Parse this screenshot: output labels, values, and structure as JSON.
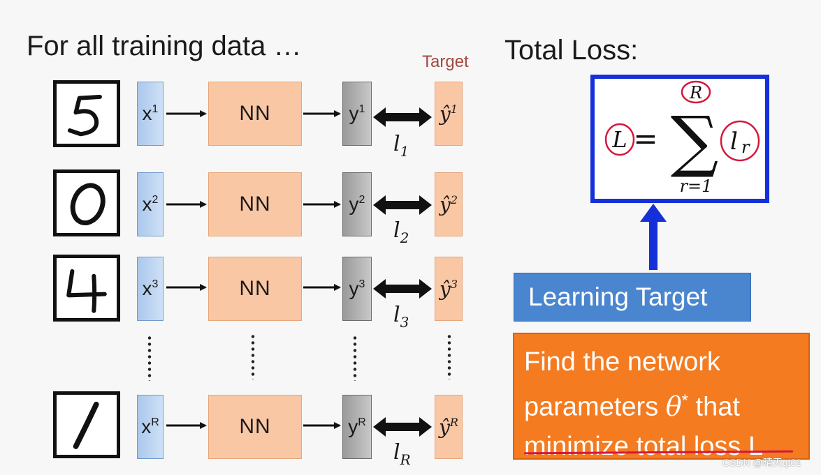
{
  "title": "For all training data …",
  "target_label": "Target",
  "total_loss_title": "Total Loss:",
  "nn_label": "NN",
  "rows": [
    {
      "digit": "5",
      "x_sup": "1",
      "y_sup": "1",
      "loss_sub": "1"
    },
    {
      "digit": "0",
      "x_sup": "2",
      "y_sup": "2",
      "loss_sub": "2"
    },
    {
      "digit": "4",
      "x_sup": "3",
      "y_sup": "3",
      "loss_sub": "3"
    },
    {
      "digit": "1",
      "x_sup": "R",
      "y_sup": "R",
      "loss_sub": "R"
    }
  ],
  "var_x": "x",
  "var_y": "y",
  "var_yhat": "ŷ",
  "var_l": "l",
  "formula": {
    "lhs": "L",
    "equals": "=",
    "sum_top": "R",
    "sum_bottom": "r=1",
    "term": "l",
    "term_sub": "r"
  },
  "learning_target": "Learning Target",
  "find_box": {
    "line1": "Find the network",
    "line2_a": "parameters ",
    "line2_theta": "θ",
    "line2_star": "*",
    "line2_b": " that",
    "line3": "minimize total loss L"
  },
  "watermark": "CSDN @晴天qt01",
  "colors": {
    "input_blue": "#aac8ec",
    "nn_orange": "#fac7a4",
    "output_gray": "#a8a8a8",
    "formula_border": "#1530d8",
    "learn_button": "#4a86cf",
    "find_orange": "#f47b20",
    "annotation_red": "#d4183d",
    "target_red": "#a24a3e"
  }
}
